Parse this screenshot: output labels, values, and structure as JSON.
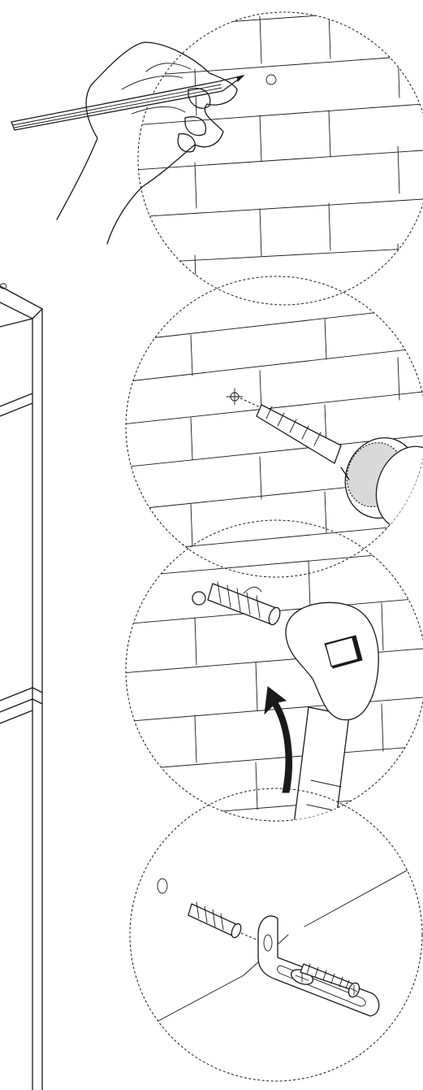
{
  "figure": {
    "kind": "wall-mounting-instructions",
    "steps": [
      {
        "name": "mark-hole",
        "tool": "pencil-icon"
      },
      {
        "name": "drill-hole",
        "tool": "drill-icon"
      },
      {
        "name": "insert-wall-plug",
        "tool": "hammer-icon"
      },
      {
        "name": "fix-bracket",
        "tool": "screw-icon"
      }
    ],
    "colors": {
      "line": "#1a1a1a",
      "background": "#ffffff",
      "fill": "#d9d9d9"
    }
  }
}
